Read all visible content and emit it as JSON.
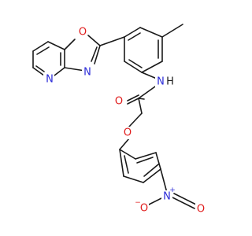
{
  "atoms": [
    {
      "id": "ring_O",
      "text": "O",
      "color": "#e01b1b"
    },
    {
      "id": "ring_N_oxazole",
      "text": "N",
      "color": "#2a2ad8"
    },
    {
      "id": "ring_N_pyridine",
      "text": "N",
      "color": "#2a2ad8"
    },
    {
      "id": "amide_N",
      "text": "N",
      "color": "#2a2ad8"
    },
    {
      "id": "amide_H",
      "text": "H",
      "color": "#1a1a1a"
    },
    {
      "id": "carbonyl_O",
      "text": "O",
      "color": "#e01b1b"
    },
    {
      "id": "ether_O",
      "text": "O",
      "color": "#e01b1b"
    },
    {
      "id": "nitro_N",
      "text": "N",
      "color": "#2a2ad8",
      "charge": "+"
    },
    {
      "id": "nitro_O_left",
      "text": "O",
      "color": "#e01b1b",
      "charge": "−"
    },
    {
      "id": "nitro_O_right",
      "text": "O",
      "color": "#e01b1b"
    }
  ]
}
